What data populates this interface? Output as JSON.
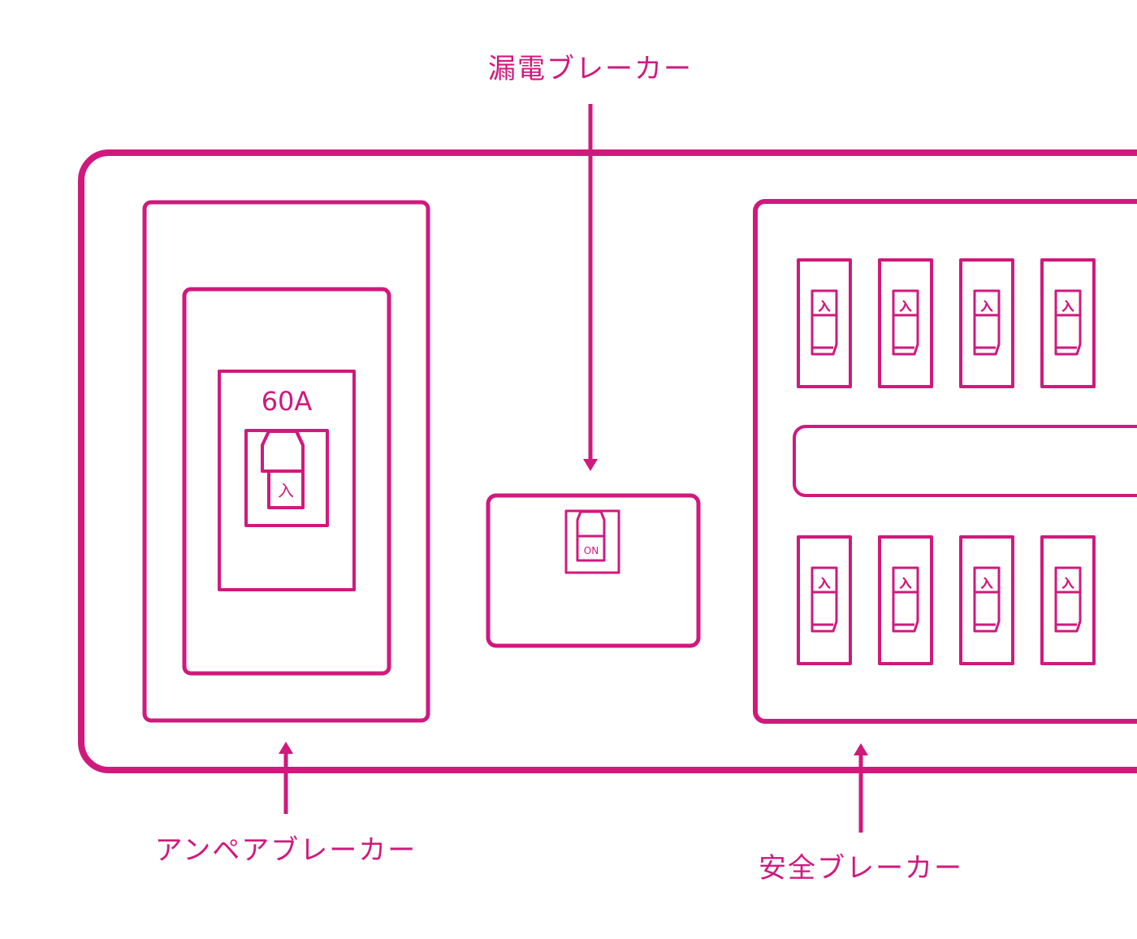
{
  "colors": {
    "accent": "#d0197d"
  },
  "labels": {
    "leakage_breaker": "漏電ブレーカー",
    "ampere_breaker": "アンペアブレーカー",
    "safety_breaker": "安全ブレーカー"
  },
  "ampere_breaker": {
    "rating": "60A",
    "switch_label": "入"
  },
  "leakage_breaker": {
    "switch_label": "ON"
  },
  "safety_breaker": {
    "rows": [
      {
        "switches": [
          "入",
          "入",
          "入",
          "入"
        ]
      },
      {
        "switches": [
          "入",
          "入",
          "入",
          "入"
        ]
      }
    ]
  }
}
